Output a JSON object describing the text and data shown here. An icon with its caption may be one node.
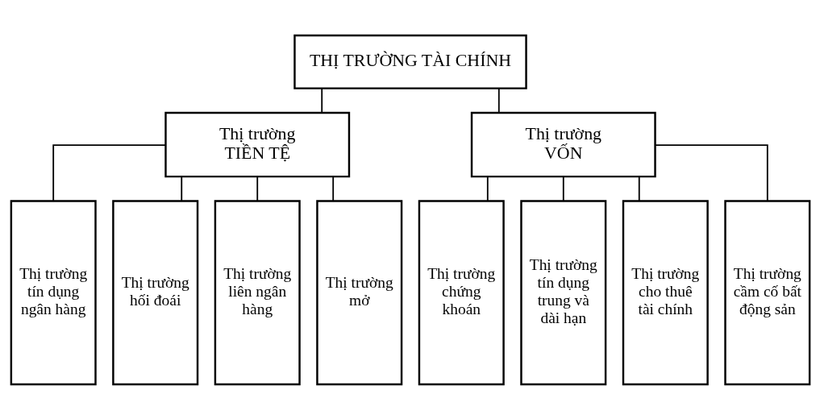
{
  "diagram": {
    "nodes": [
      {
        "text": [
          "THỊ TRƯỜNG TÀI CHÍNH"
        ]
      },
      {
        "text": [
          "Thị trường TIỀN TỆ"
        ]
      },
      {
        "text": [
          "Thị trường VỐN"
        ]
      },
      {
        "text": [
          "Thị trường tín dụng ngân hàng"
        ]
      },
      {
        "text": [
          "Thị trường hối đoái"
        ]
      },
      {
        "text": [
          "Thị trường liên ngân hàng"
        ]
      },
      {
        "text": [
          "Thị trường mở"
        ]
      },
      {
        "text": [
          "Thị trường chứng khoán"
        ]
      },
      {
        "text": [
          "Thị trường tín dụng trung và dài hạn"
        ]
      },
      {
        "text": [
          "Thị trường cho thuê tài chính"
        ]
      },
      {
        "text": [
          "Thị trường cầm cố bất động sản"
        ]
      }
    ],
    "edges": [
      {
        "from": 0,
        "to": 1,
        "arrow": "none"
      },
      {
        "from": 0,
        "to": 2,
        "arrow": "none"
      },
      {
        "from": 1,
        "to": 3,
        "arrow": "none"
      },
      {
        "from": 1,
        "to": 4,
        "arrow": "none"
      },
      {
        "from": 1,
        "to": 5,
        "arrow": "none"
      },
      {
        "from": 1,
        "to": 6,
        "arrow": "none"
      },
      {
        "from": 2,
        "to": 7,
        "arrow": "none"
      },
      {
        "from": 2,
        "to": 8,
        "arrow": "none"
      },
      {
        "from": 2,
        "to": 9,
        "arrow": "none"
      },
      {
        "from": 2,
        "to": 10,
        "arrow": "none"
      }
    ]
  }
}
